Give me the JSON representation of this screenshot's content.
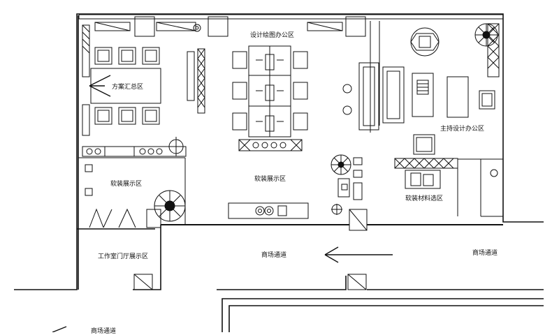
{
  "floor_plan": {
    "labels": {
      "design_office": "设计绘图办公区",
      "proposal_area": "方案汇总区",
      "chief_designer_office": "主持设计办公区",
      "soft_decor_display_left": "软装展示区",
      "soft_decor_display_center": "软装展示区",
      "soft_material_selection": "软装材料选区",
      "studio_lobby_display": "工作室门厅展示区",
      "mall_corridor_center": "商场通道",
      "mall_corridor_right": "商场通道",
      "mall_corridor_bottom": "商场通道"
    },
    "colors": {
      "line": "#111111",
      "background": "#ffffff"
    }
  }
}
